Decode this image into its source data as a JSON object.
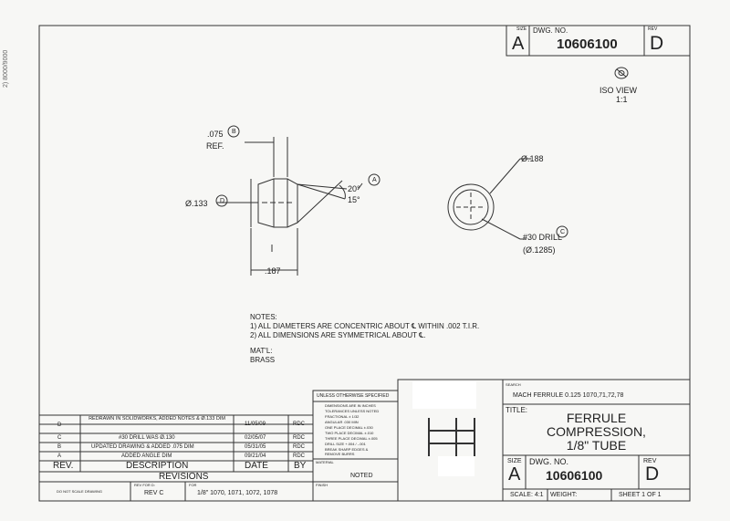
{
  "margin_mark": "2) 8000/9000",
  "top_block": {
    "size_label": "SIZE",
    "size_value": "A",
    "dwg_label": "DWG. NO.",
    "dwg_value": "10606100",
    "rev_label": "REV",
    "rev_value": "D"
  },
  "iso_view": {
    "label": "ISO VIEW",
    "scale": "1:1"
  },
  "side_view": {
    "ref_dim": ".075",
    "ref_bubble": "B",
    "ref_note": "REF.",
    "dia_dim": "Ø.133",
    "dia_bubble": "D",
    "angle1": "20°",
    "angle_bubble": "A",
    "angle2": "15°",
    "length_dim": ".187"
  },
  "end_view": {
    "outer_dia": "Ø.188",
    "drill_label": "#30 DRILL",
    "drill_bubble": "C",
    "drill_dia": "(Ø.1285)"
  },
  "notes": {
    "heading": "NOTES:",
    "lines": [
      "1) ALL DIAMETERS ARE CONCENTRIC ABOUT ℄ WITHIN .002 T.I.R.",
      "2) ALL DIMENSIONS ARE SYMMETRICAL ABOUT ℄."
    ],
    "matl_label": "MAT'L:",
    "matl_value": "BRASS"
  },
  "revisions": {
    "rows": [
      {
        "rev": "D",
        "desc": "REDRAWN IN SOLIDWORKS, ADDED NOTES & Ø.133 DIM",
        "date": "11/05/09",
        "by": "RDC"
      },
      {
        "rev": "C",
        "desc": "#30 DRILL WAS Ø.130",
        "date": "02/05/07",
        "by": "RDC"
      },
      {
        "rev": "B",
        "desc": "UPDATED DRAWING & ADDED .075 DIM",
        "date": "05/31/05",
        "by": "RDC"
      },
      {
        "rev": "A",
        "desc": "ADDED ANGLE DIM",
        "date": "09/21/04",
        "by": "RDC"
      }
    ],
    "headers": {
      "rev": "REV.",
      "desc": "DESCRIPTION",
      "date": "DATE",
      "by": "BY"
    },
    "title": "REVISIONS"
  },
  "bottom_strip": {
    "no_scale": "DO NOT SCALE DRAWING",
    "next_assy_label": "REV FOR D:",
    "rev_value": "REV C",
    "used_on_label": "FOR",
    "used_on_value": "1/8\" 1070, 1071, 1072, 1078"
  },
  "tolerances": {
    "heading": "UNLESS OTHERWISE SPECIFIED",
    "lines": [
      "DIMENSIONS ARE IN INCHES",
      "TOLERANCES UNLESS NOTED",
      "FRACTIONAL        ± 1/32",
      "ANGULAR            .030 MIN",
      "ONE PLACE DECIMAL   ±.030",
      "TWO PLACE DECIMAL   ±.010",
      "THREE PLACE DECIMAL ±.005",
      "DRILL SIZE   +.004 / -.001",
      "BREAK SHARP EDGES &",
      "REMOVE BURRS"
    ],
    "material_label": "MATERIAL",
    "material_value": "NOTED",
    "finish_label": "FINISH"
  },
  "title_block": {
    "search_label": "SEARCH",
    "search_value": "MACH FERRULE 0.125 1070,71,72,78",
    "title_label": "TITLE:",
    "title_lines": [
      "FERRULE",
      "COMPRESSION,",
      "1/8\" TUBE"
    ],
    "size_label": "SIZE",
    "size_value": "A",
    "dwg_label": "DWG. NO.",
    "dwg_value": "10606100",
    "rev_label": "REV",
    "rev_value": "D",
    "scale": "SCALE: 4:1",
    "weight": "WEIGHT:",
    "sheet": "SHEET 1 OF 1"
  }
}
